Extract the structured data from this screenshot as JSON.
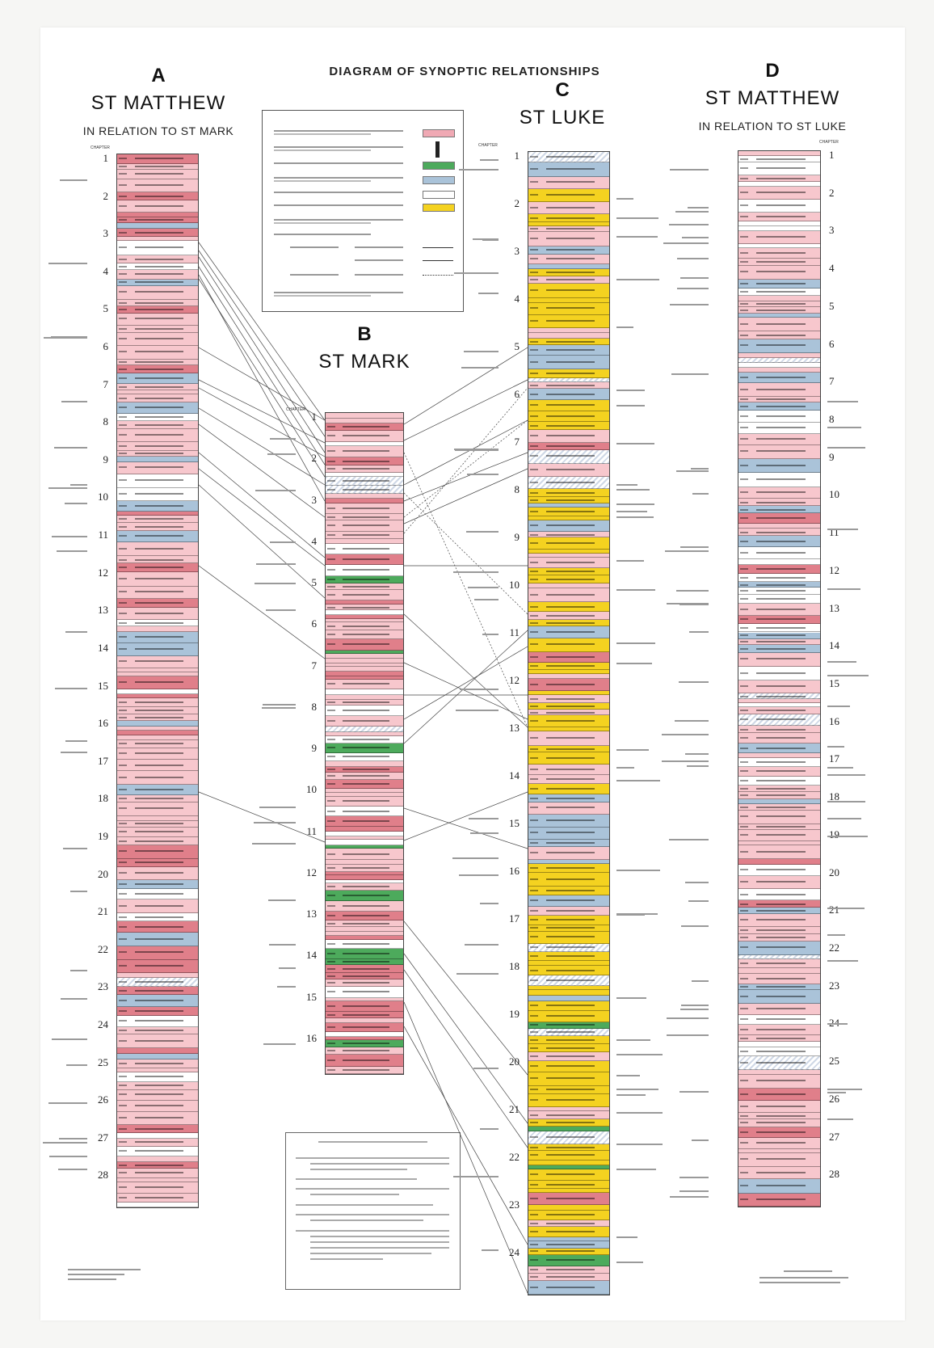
{
  "title": "DIAGRAM OF SYNOPTIC RELATIONSHIPS",
  "colors": {
    "mark_only": "#f0a9b4",
    "matthew_luke_vs_mark": "#2d2d2d",
    "mark_only_green": "#4daa5c",
    "non_marcan_matthew_luke": "#aac3d9",
    "matthew_only": "#ffffff",
    "luke_only": "#f4d220",
    "matthew_band": "#f7c7cd",
    "red_band": "#e07f8a"
  },
  "columns": {
    "A": {
      "letter": "A",
      "name": "ST MATTHEW",
      "subtitle": "IN RELATION TO ST MARK",
      "chapter_label": "CHAPTER",
      "chapters": [
        "1",
        "2",
        "3",
        "4",
        "5",
        "6",
        "7",
        "8",
        "9",
        "10",
        "11",
        "12",
        "13",
        "14",
        "15",
        "16",
        "17",
        "18",
        "19",
        "20",
        "21",
        "22",
        "23",
        "24",
        "25",
        "26",
        "27",
        "28"
      ]
    },
    "B": {
      "letter": "B",
      "name": "ST MARK",
      "chapter_label": "CHAPTER",
      "chapters": [
        "1",
        "2",
        "3",
        "4",
        "5",
        "6",
        "7",
        "8",
        "9",
        "10",
        "11",
        "12",
        "13",
        "14",
        "15",
        "16"
      ]
    },
    "C": {
      "letter": "C",
      "name": "ST LUKE",
      "chapter_label": "CHAPTER",
      "chapters": [
        "1",
        "2",
        "3",
        "4",
        "5",
        "6",
        "7",
        "8",
        "9",
        "10",
        "11",
        "12",
        "13",
        "14",
        "15",
        "16",
        "17",
        "18",
        "19",
        "20",
        "21",
        "22",
        "23",
        "24"
      ]
    },
    "D": {
      "letter": "D",
      "name": "ST MATTHEW",
      "subtitle": "IN RELATION TO ST LUKE",
      "chapter_label": "CHAPTER",
      "chapters": [
        "1",
        "2",
        "3",
        "4",
        "5",
        "6",
        "7",
        "8",
        "9",
        "10",
        "11",
        "12",
        "13",
        "14",
        "15",
        "16",
        "17",
        "18",
        "19",
        "20",
        "21",
        "22",
        "23",
        "24",
        "25",
        "26",
        "27",
        "28"
      ]
    }
  },
  "legend": {
    "swatches": [
      "mark_only",
      "matthew_luke_vs_mark",
      "mark_only_green",
      "non_marcan_matthew_luke",
      "matthew_only",
      "luke_only"
    ]
  }
}
